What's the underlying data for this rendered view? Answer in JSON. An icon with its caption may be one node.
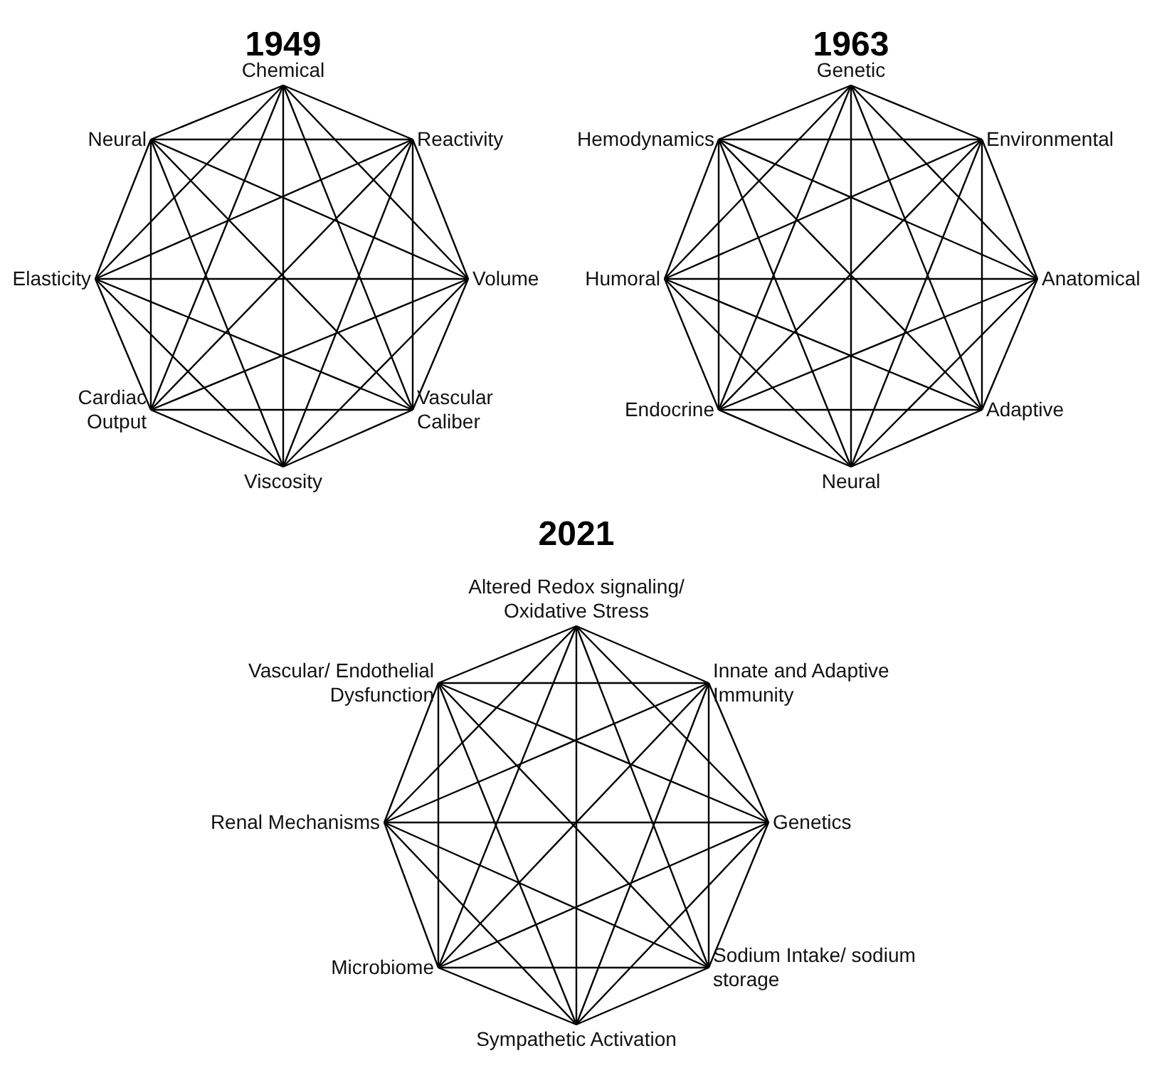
{
  "diagram": {
    "nodes": [
      {
        "text": [
          "Chemical"
        ]
      },
      {
        "text": [
          "Reactivity"
        ]
      },
      {
        "text": [
          "Volume"
        ]
      },
      {
        "text": [
          "Vascular Caliber"
        ]
      },
      {
        "text": [
          "Viscosity"
        ]
      },
      {
        "text": [
          "Cardiac Output"
        ]
      },
      {
        "text": [
          "Elasticity"
        ]
      },
      {
        "text": [
          "Neural"
        ]
      },
      {
        "text": [
          "Genetic"
        ]
      },
      {
        "text": [
          "Environmental"
        ]
      },
      {
        "text": [
          "Anatomical"
        ]
      },
      {
        "text": [
          "Adaptive"
        ]
      },
      {
        "text": [
          "Neural"
        ]
      },
      {
        "text": [
          "Endocrine"
        ]
      },
      {
        "text": [
          "Humoral"
        ]
      },
      {
        "text": [
          "Hemodynamics"
        ]
      },
      {
        "text": [
          "Altered Redox signaling/ Oxidative Stress"
        ]
      },
      {
        "text": [
          "Innate and Adaptive Immunity"
        ]
      },
      {
        "text": [
          "Genetics"
        ]
      },
      {
        "text": [
          "Sodium Intake/ sodium storage"
        ]
      },
      {
        "text": [
          "Sympathetic Activation"
        ]
      },
      {
        "text": [
          "Microbiome"
        ]
      },
      {
        "text": [
          "Renal Mechanisms"
        ]
      },
      {
        "text": [
          "Vascular/ Endothelial Dysfunction"
        ]
      }
    ],
    "edges": [
      {
        "from": 0,
        "to": 1,
        "arrow": "none"
      },
      {
        "from": 0,
        "to": 2,
        "arrow": "none"
      },
      {
        "from": 0,
        "to": 3,
        "arrow": "none"
      },
      {
        "from": 0,
        "to": 4,
        "arrow": "none"
      },
      {
        "from": 0,
        "to": 5,
        "arrow": "none"
      },
      {
        "from": 0,
        "to": 6,
        "arrow": "none"
      },
      {
        "from": 0,
        "to": 7,
        "arrow": "none"
      },
      {
        "from": 1,
        "to": 2,
        "arrow": "none"
      },
      {
        "from": 1,
        "to": 3,
        "arrow": "none"
      },
      {
        "from": 1,
        "to": 4,
        "arrow": "none"
      },
      {
        "from": 1,
        "to": 5,
        "arrow": "none"
      },
      {
        "from": 1,
        "to": 6,
        "arrow": "none"
      },
      {
        "from": 1,
        "to": 7,
        "arrow": "none"
      },
      {
        "from": 2,
        "to": 3,
        "arrow": "none"
      },
      {
        "from": 2,
        "to": 4,
        "arrow": "none"
      },
      {
        "from": 2,
        "to": 5,
        "arrow": "none"
      },
      {
        "from": 2,
        "to": 6,
        "arrow": "none"
      },
      {
        "from": 2,
        "to": 7,
        "arrow": "none"
      },
      {
        "from": 3,
        "to": 4,
        "arrow": "none"
      },
      {
        "from": 3,
        "to": 5,
        "arrow": "none"
      },
      {
        "from": 3,
        "to": 6,
        "arrow": "none"
      },
      {
        "from": 3,
        "to": 7,
        "arrow": "none"
      },
      {
        "from": 4,
        "to": 5,
        "arrow": "none"
      },
      {
        "from": 4,
        "to": 6,
        "arrow": "none"
      },
      {
        "from": 4,
        "to": 7,
        "arrow": "none"
      },
      {
        "from": 5,
        "to": 6,
        "arrow": "none"
      },
      {
        "from": 5,
        "to": 7,
        "arrow": "none"
      },
      {
        "from": 6,
        "to": 7,
        "arrow": "none"
      },
      {
        "from": 8,
        "to": 9,
        "arrow": "none"
      },
      {
        "from": 8,
        "to": 10,
        "arrow": "none"
      },
      {
        "from": 8,
        "to": 11,
        "arrow": "none"
      },
      {
        "from": 8,
        "to": 12,
        "arrow": "none"
      },
      {
        "from": 8,
        "to": 13,
        "arrow": "none"
      },
      {
        "from": 8,
        "to": 14,
        "arrow": "none"
      },
      {
        "from": 8,
        "to": 15,
        "arrow": "none"
      },
      {
        "from": 9,
        "to": 10,
        "arrow": "none"
      },
      {
        "from": 9,
        "to": 11,
        "arrow": "none"
      },
      {
        "from": 9,
        "to": 12,
        "arrow": "none"
      },
      {
        "from": 9,
        "to": 13,
        "arrow": "none"
      },
      {
        "from": 9,
        "to": 14,
        "arrow": "none"
      },
      {
        "from": 9,
        "to": 15,
        "arrow": "none"
      },
      {
        "from": 10,
        "to": 11,
        "arrow": "none"
      },
      {
        "from": 10,
        "to": 12,
        "arrow": "none"
      },
      {
        "from": 10,
        "to": 13,
        "arrow": "none"
      },
      {
        "from": 10,
        "to": 14,
        "arrow": "none"
      },
      {
        "from": 10,
        "to": 15,
        "arrow": "none"
      },
      {
        "from": 11,
        "to": 12,
        "arrow": "none"
      },
      {
        "from": 11,
        "to": 13,
        "arrow": "none"
      },
      {
        "from": 11,
        "to": 14,
        "arrow": "none"
      },
      {
        "from": 11,
        "to": 15,
        "arrow": "none"
      },
      {
        "from": 12,
        "to": 13,
        "arrow": "none"
      },
      {
        "from": 12,
        "to": 14,
        "arrow": "none"
      },
      {
        "from": 12,
        "to": 15,
        "arrow": "none"
      },
      {
        "from": 13,
        "to": 14,
        "arrow": "none"
      },
      {
        "from": 13,
        "to": 15,
        "arrow": "none"
      },
      {
        "from": 14,
        "to": 15,
        "arrow": "none"
      },
      {
        "from": 16,
        "to": 17,
        "arrow": "none"
      },
      {
        "from": 16,
        "to": 18,
        "arrow": "none"
      },
      {
        "from": 16,
        "to": 19,
        "arrow": "none"
      },
      {
        "from": 16,
        "to": 20,
        "arrow": "none"
      },
      {
        "from": 16,
        "to": 21,
        "arrow": "none"
      },
      {
        "from": 16,
        "to": 22,
        "arrow": "none"
      },
      {
        "from": 16,
        "to": 23,
        "arrow": "none"
      },
      {
        "from": 17,
        "to": 18,
        "arrow": "none"
      },
      {
        "from": 17,
        "to": 19,
        "arrow": "none"
      },
      {
        "from": 17,
        "to": 20,
        "arrow": "none"
      },
      {
        "from": 17,
        "to": 21,
        "arrow": "none"
      },
      {
        "from": 17,
        "to": 22,
        "arrow": "none"
      },
      {
        "from": 17,
        "to": 23,
        "arrow": "none"
      },
      {
        "from": 18,
        "to": 19,
        "arrow": "none"
      },
      {
        "from": 18,
        "to": 20,
        "arrow": "none"
      },
      {
        "from": 18,
        "to": 21,
        "arrow": "none"
      },
      {
        "from": 18,
        "to": 22,
        "arrow": "none"
      },
      {
        "from": 18,
        "to": 23,
        "arrow": "none"
      },
      {
        "from": 19,
        "to": 20,
        "arrow": "none"
      },
      {
        "from": 19,
        "to": 21,
        "arrow": "none"
      },
      {
        "from": 19,
        "to": 22,
        "arrow": "none"
      },
      {
        "from": 19,
        "to": 23,
        "arrow": "none"
      },
      {
        "from": 20,
        "to": 21,
        "arrow": "none"
      },
      {
        "from": 20,
        "to": 22,
        "arrow": "none"
      },
      {
        "from": 20,
        "to": 23,
        "arrow": "none"
      },
      {
        "from": 21,
        "to": 22,
        "arrow": "none"
      },
      {
        "from": 21,
        "to": 23,
        "arrow": "none"
      },
      {
        "from": 22,
        "to": 23,
        "arrow": "none"
      }
    ],
    "labels": [
      "1949",
      "1963",
      "2021"
    ]
  }
}
